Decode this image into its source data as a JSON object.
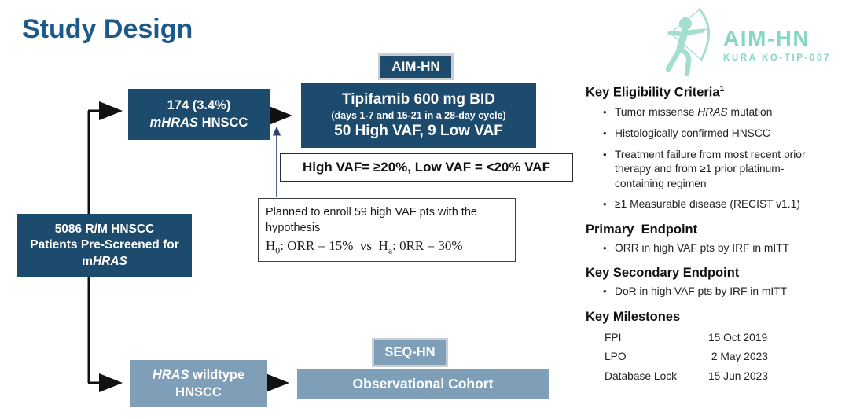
{
  "slide": {
    "title": "Study Design"
  },
  "logo": {
    "name": "AIM-HN",
    "subtitle": "KURA KO-TIP-007",
    "teal_text": "#85d6c2",
    "teal_figure": "#a3ded0"
  },
  "diagram": {
    "colors": {
      "navy": "#1c4b6e",
      "steel": "#7f9eb8",
      "tag_border": "#c9ced4",
      "arrow_black": "#111111",
      "arrow_navy": "#2e4470"
    },
    "box_prescreen": {
      "line1": "5086 R/M HNSCC",
      "line2": "Patients Pre-Screened for",
      "line3_prefix": "m",
      "line3_italic": "HRAS"
    },
    "box_mhras": {
      "line1": "174 (3.4%)",
      "line2_italic": "mHRAS",
      "line2_rest": " HNSCC"
    },
    "tag_aim": "AIM-HN",
    "box_tipifarnib": {
      "line1": "Tipifarnib 600 mg BID",
      "line2": "(days 1-7 and 15-21 in a 28-day cycle)",
      "line3": "50 High VAF, 9 Low VAF"
    },
    "vaf_note": "High VAF= ≥20%, Low VAF = <20% VAF",
    "hypothesis": {
      "text": "Planned to enroll 59 high VAF pts with the hypothesis",
      "h1": "H",
      "s1": "0",
      "mid": ": ORR = 15%  vs  ",
      "h2": "H",
      "s2": "a",
      "end": ": 0RR = 30%"
    },
    "box_wildtype": {
      "line1_italic": "HRAS",
      "line1_rest": " wildtype",
      "line2": "HNSCC"
    },
    "tag_seq": "SEQ-HN",
    "box_observational": "Observational Cohort"
  },
  "panel": {
    "eligibility": {
      "title": "Key Eligibility Criteria",
      "sup": "1",
      "bullet1": {
        "pre": "Tumor missense ",
        "italic": "HRAS",
        "post": " mutation"
      },
      "bullet2": "Histologically confirmed HNSCC",
      "bullet3": "Treatment failure from most recent prior therapy and from ≥1 prior platinum-containing regimen",
      "bullet4": "≥1 Measurable disease (RECIST v1.1)"
    },
    "primary": {
      "title": "Primary  Endpoint",
      "bullet": "ORR in high VAF pts by IRF in mITT"
    },
    "secondary": {
      "title": "Key Secondary Endpoint",
      "bullet": "DoR in high VAF pts by IRF in mITT"
    },
    "milestones": {
      "title": "Key Milestones",
      "rows": [
        {
          "label": "FPI",
          "date": "15 Oct 2019"
        },
        {
          "label": "LPO",
          "date": " 2 May 2023"
        },
        {
          "label": "Database Lock",
          "date": "15 Jun 2023"
        }
      ]
    }
  }
}
